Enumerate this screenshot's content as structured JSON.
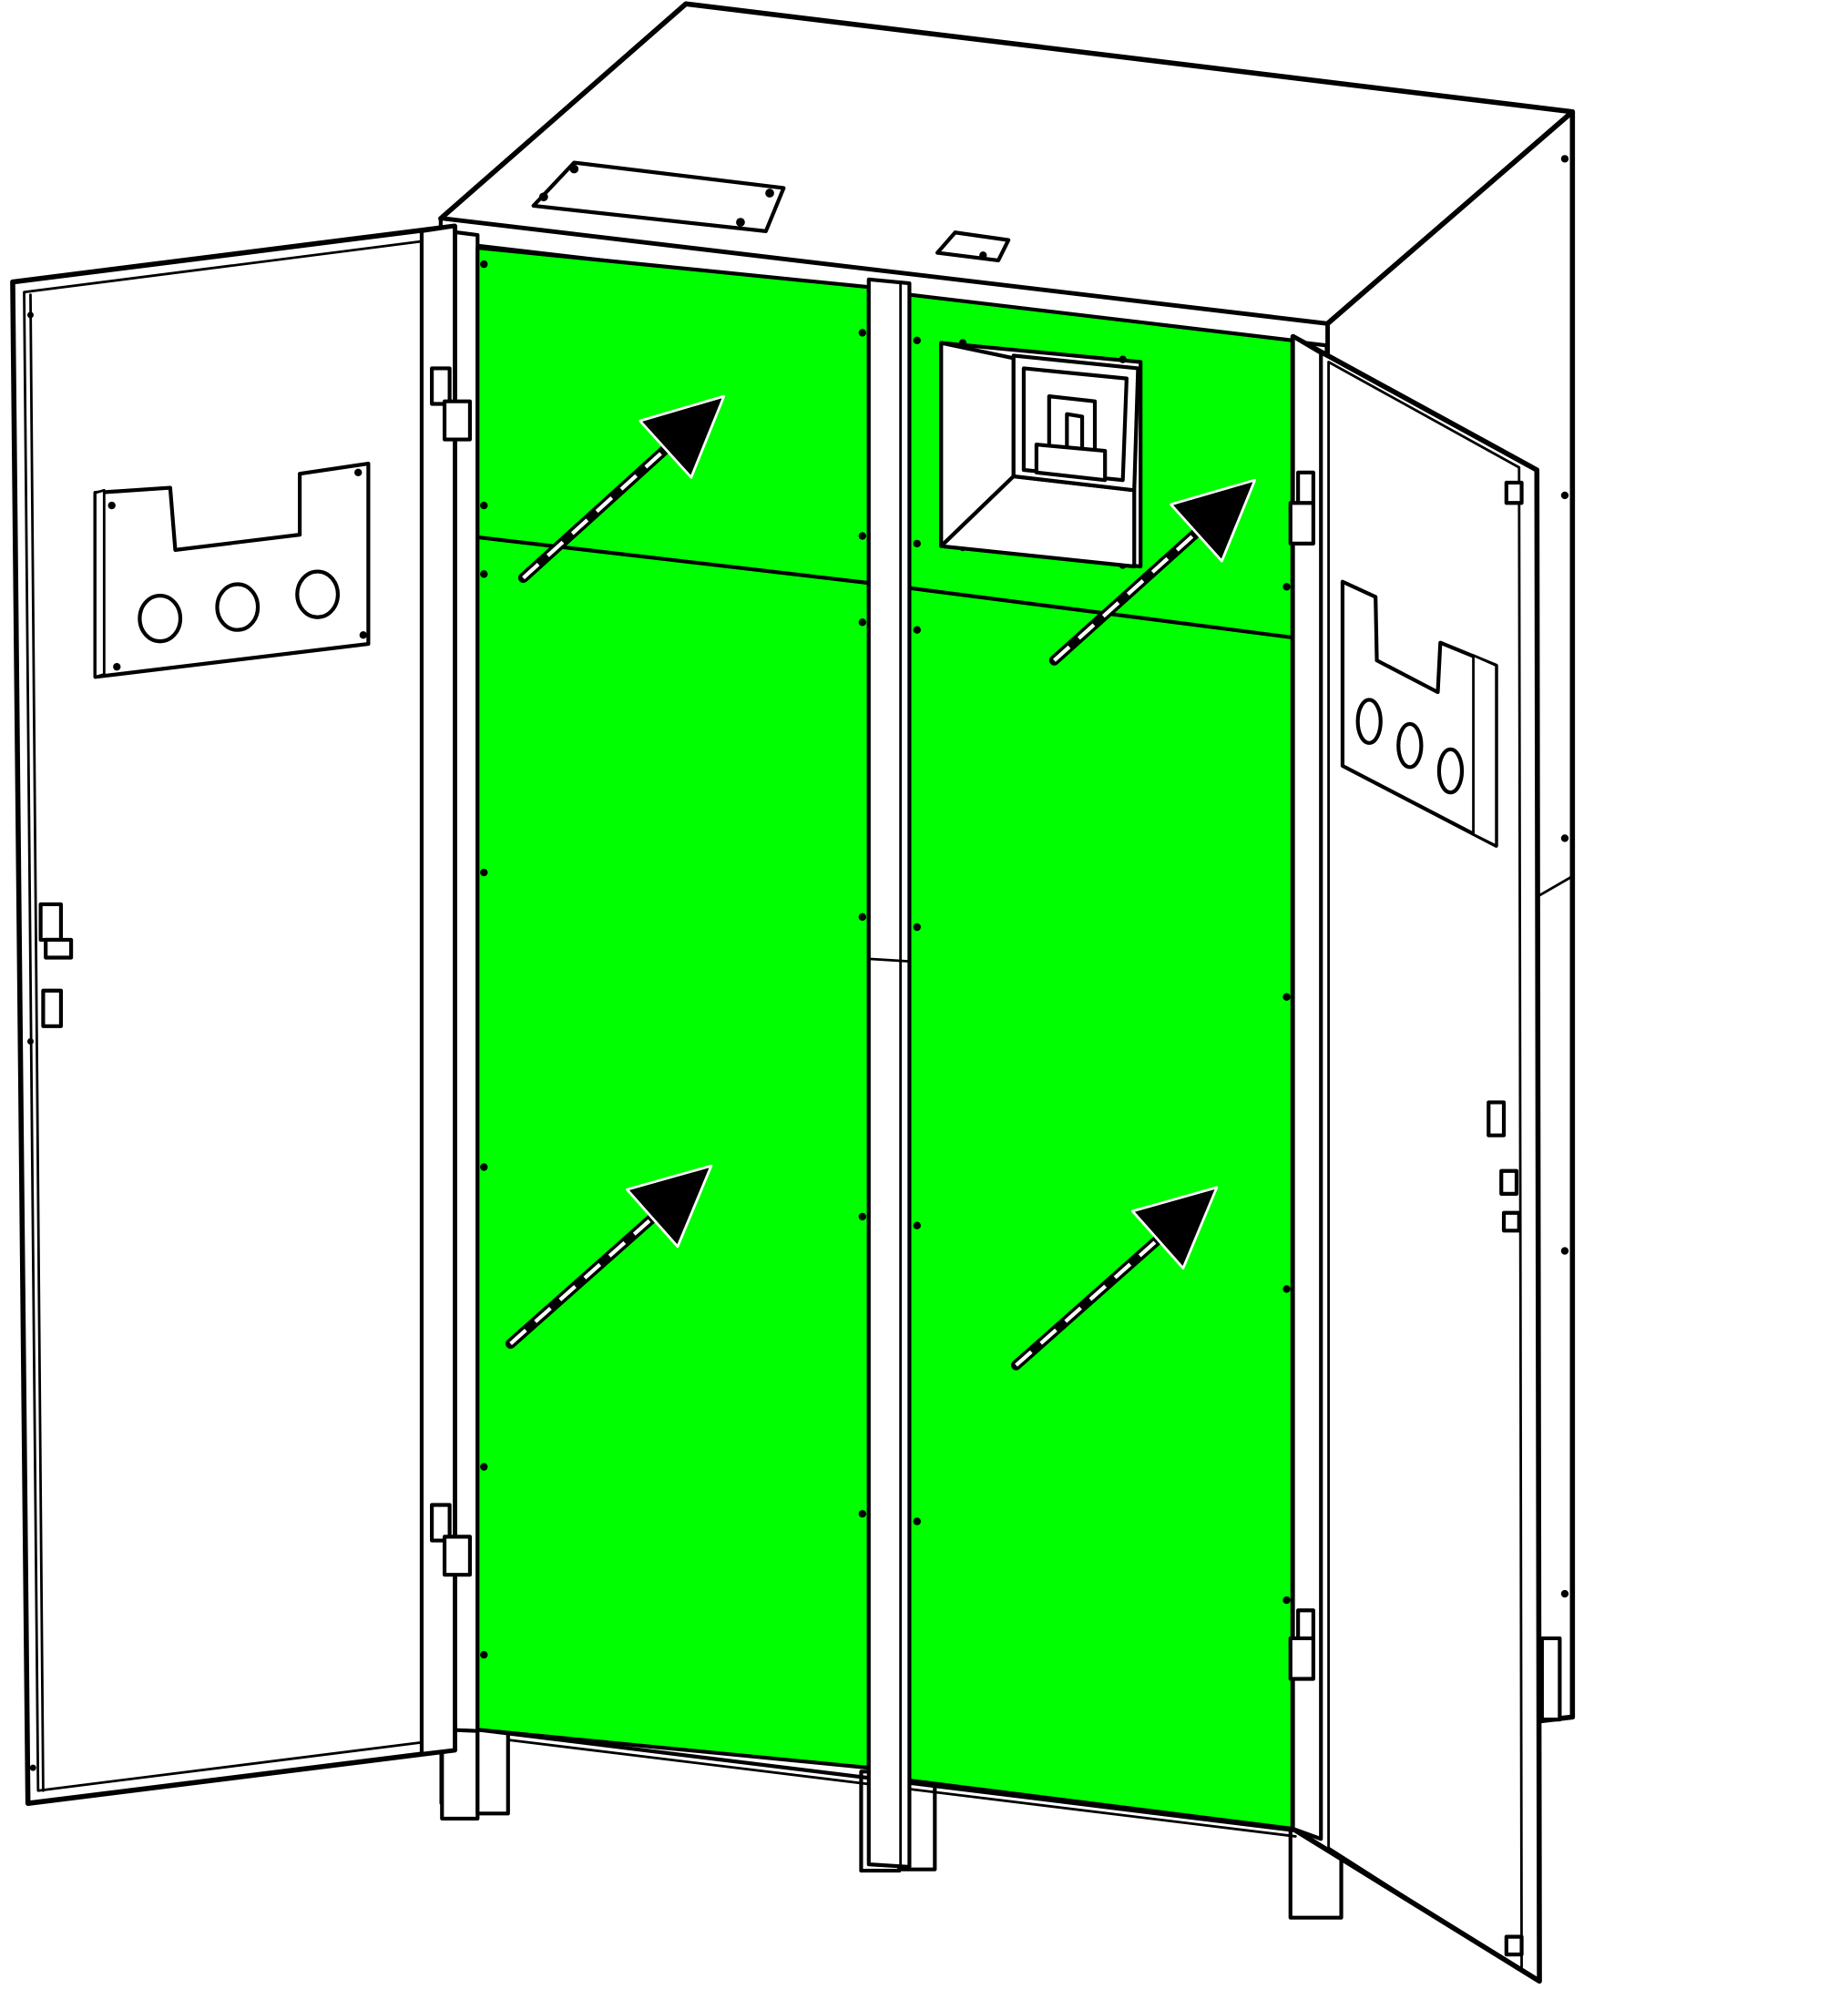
{
  "figure": {
    "kind": "cabinet-airflow-illustration",
    "colors": {
      "panel_fill": "#00ff00",
      "line": "#000000",
      "background": "#ffffff",
      "arrow_fill": "#000000",
      "arrow_dash": "#ffffff"
    },
    "parts": {
      "left_door": "open",
      "right_door": "open",
      "center_post": "vertical",
      "top_plates": 2,
      "switch_window": 1,
      "door_cable_plates": 2
    },
    "airflow_arrows": {
      "count": 4,
      "direction": "up-right",
      "style": "dashed-shaft"
    }
  }
}
